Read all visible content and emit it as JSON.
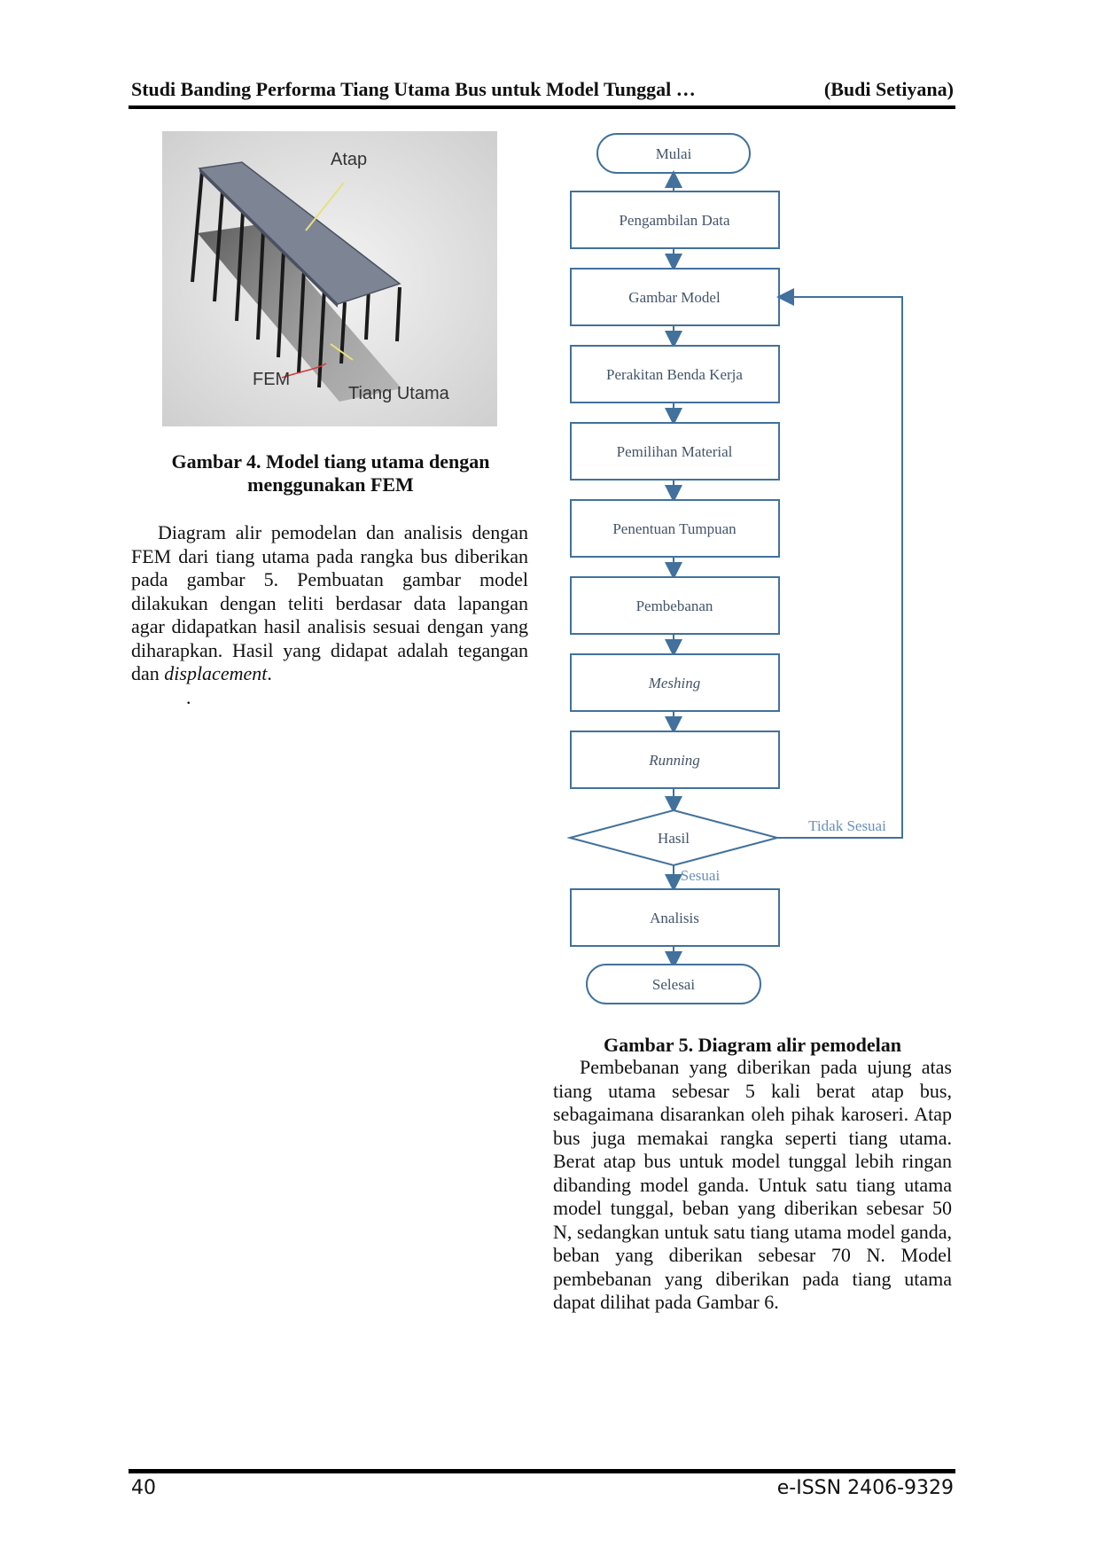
{
  "header": {
    "title": "Studi Banding Performa Tiang Utama Bus untuk Model Tunggal …",
    "author": "(Budi Setiyana)"
  },
  "figure4": {
    "label_atap": "Atap",
    "label_fem": "FEM",
    "label_tiang": "Tiang Utama",
    "caption_line1": "Gambar 4. Model tiang utama dengan",
    "caption_line2": "menggunakan FEM"
  },
  "left_text": {
    "paragraph_before": "Diagram alir pemodelan dan analisis dengan FEM dari tiang utama pada rangka bus diberikan pada gambar 5. Pembuatan gambar model dilakukan dengan teliti berdasar data lapangan agar didapatkan hasil analisis sesuai dengan yang diharapkan. Hasil yang didapat adalah tegangan dan ",
    "paragraph_italic": "displacement",
    "paragraph_after": ".",
    "dot": "."
  },
  "flowchart": {
    "start": "Mulai",
    "steps": [
      "Pengambilan Data",
      "Gambar Model",
      "Perakitan Benda Kerja",
      "Pemilihan Material",
      "Penentuan Tumpuan",
      "Pembebanan",
      "Meshing",
      "Running"
    ],
    "decision": "Hasil",
    "no_label": "Tidak Sesuai",
    "yes_label": "Sesuai",
    "analysis": "Analisis",
    "end": "Selesai",
    "line_color": "#41719c",
    "text_color": "#44546a"
  },
  "figure5": {
    "caption": "Gambar 5. Diagram alir pemodelan"
  },
  "right_text": {
    "paragraph": "Pembebanan yang diberikan pada ujung atas tiang utama sebesar 5 kali berat atap bus, sebagaimana disarankan oleh pihak karoseri. Atap bus juga memakai rangka seperti tiang utama. Berat atap bus untuk model tunggal lebih ringan dibanding model ganda. Untuk satu tiang utama model tunggal, beban yang diberikan sebesar 50 N, sedangkan untuk satu tiang utama model ganda, beban yang diberikan sebesar 70 N. Model pembebanan yang diberikan pada tiang utama dapat dilihat pada Gambar 6."
  },
  "footer": {
    "page_number": "40",
    "issn": "e-ISSN 2406-9329"
  }
}
